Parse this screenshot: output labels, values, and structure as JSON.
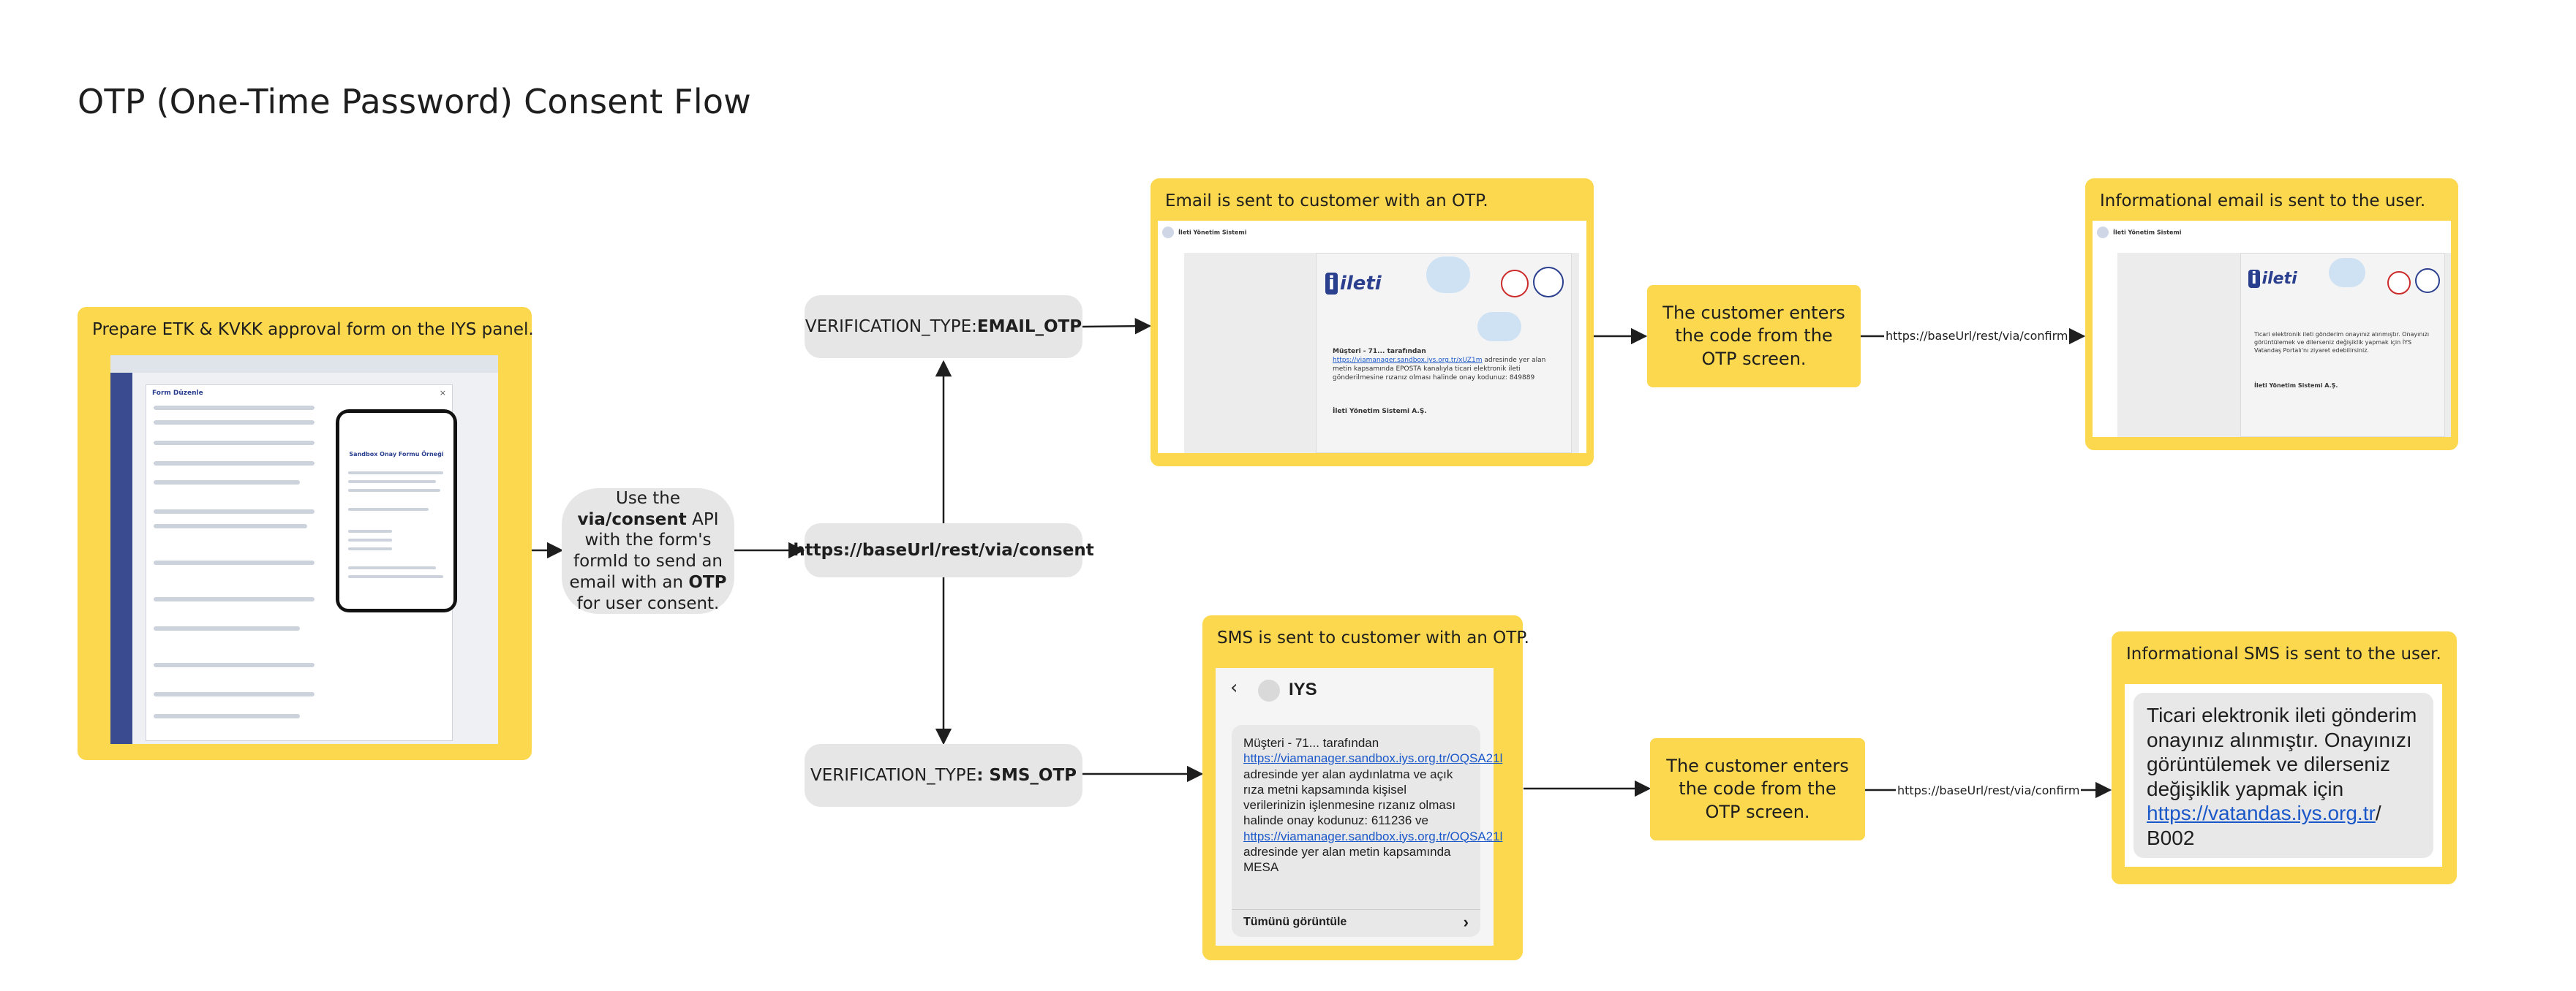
{
  "title": "OTP (One-Time Password) Consent Flow",
  "nodes": {
    "prepare": {
      "caption": "Prepare ETK & KVKK approval form on the IYS panel."
    },
    "consent_api": {
      "text_before": "Use the ",
      "emphasis": "via/consent",
      "text_middle": " API with the form's formId to send an email with an ",
      "otp": "OTP",
      "text_after": " for user consent."
    },
    "consent_endpoint": {
      "label": "https://baseUrl/rest/via/consent"
    },
    "email_type": {
      "prefix": "VERIFICATION_TYPE: ",
      "value": "EMAIL_OTP"
    },
    "sms_type": {
      "prefix": "VERIFICATION_TYPE",
      "value": ": SMS_OTP"
    },
    "email_sent": {
      "caption": "Email is sent to customer with an OTP."
    },
    "sms_sent": {
      "caption": "SMS is sent to customer with an OTP."
    },
    "customer_enters_email": {
      "label": "The customer enters the code from the OTP screen."
    },
    "customer_enters_sms": {
      "label": "The customer enters the code from the OTP screen."
    },
    "info_email": {
      "caption": "Informational email is sent to the user."
    },
    "info_sms": {
      "caption": "Informational SMS is sent to the user."
    }
  },
  "edge_labels": {
    "email_confirm": "https://baseUrl/rest/via/confirm",
    "sms_confirm": "https://baseUrl/rest/via/confirm"
  },
  "email_mock": {
    "sender": "İleti Yönetim Sistemi",
    "logo": "ileti",
    "body_prefix": "Müşteri - 71... tarafından ",
    "body_link": "https://viamanager.sandbox.iys.org.tr/xUZ1m",
    "body_suffix": " adresinde yer alan metin kapsamında EPOSTA kanalıyla ticari elektronik ileti gönderilmesine rızanız olması halinde onay kodunuz: 849889",
    "company": "İleti Yönetim Sistemi A.Ş."
  },
  "sms_mock": {
    "contact": "IYS",
    "message_prefix": "Müşteri - 71... tarafından ",
    "link1": "https://viamanager.sandbox.iys.org.tr/OQSA21l",
    "message_middle": " adresinde yer alan aydınlatma ve açık rıza metni kapsamında kişisel verilerinizin işlenmesine rızanız olması halinde onay kodunuz: 611236 ve ",
    "link2": "https://viamanager.sandbox.iys.org.tr/OQSA21l",
    "message_suffix": " adresinde yer alan metin kapsamında MESA",
    "see_all": "Tümünü görüntüle"
  },
  "info_email_mock": {
    "sender": "İleti Yönetim Sistemi",
    "logo": "ileti",
    "body": "Ticari elektronik ileti gönderim onayınız alınmıştır. Onayınızı görüntülemek ve dilerseniz değişiklik yapmak için İYS Vatandaş Portalı'nı ziyaret edebilirsiniz.",
    "company": "İleti Yönetim Sistemi A.Ş."
  },
  "info_sms_mock": {
    "message_prefix": "Ticari elektronik ileti gönderim onayınız alınmıştır. Onayınızı görüntülemek ve dilerseniz değişiklik yapmak için ",
    "link": "https://vatandas.iys.org.tr",
    "message_suffix": "/ B002"
  },
  "panel_mock": {
    "modal_title": "Form Düzenle",
    "phone_title": "Sandbox Onay Formu Örneği"
  },
  "colors": {
    "yellow": "#fbd84d",
    "gray_pill": "#e6e6e6",
    "arrow": "#1e1e1e",
    "link": "#1a57c9"
  }
}
